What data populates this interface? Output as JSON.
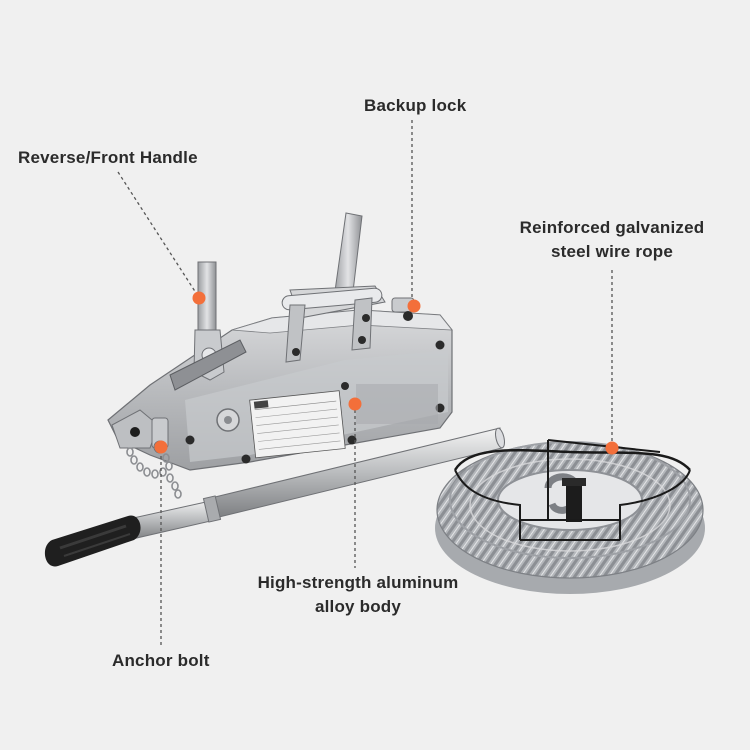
{
  "labels": {
    "handle": "Reverse/Front Handle",
    "backup_lock": "Backup lock",
    "wire_rope_line1": "Reinforced galvanized",
    "wire_rope_line2": "steel wire rope",
    "body_line1": "High-strength aluminum",
    "body_line2": "alloy body",
    "anchor_bolt": "Anchor bolt"
  },
  "colors": {
    "background": "#f0f0f0",
    "marker": "#f36f3a",
    "text": "#2b2b2b",
    "leader_line": "#555555"
  }
}
